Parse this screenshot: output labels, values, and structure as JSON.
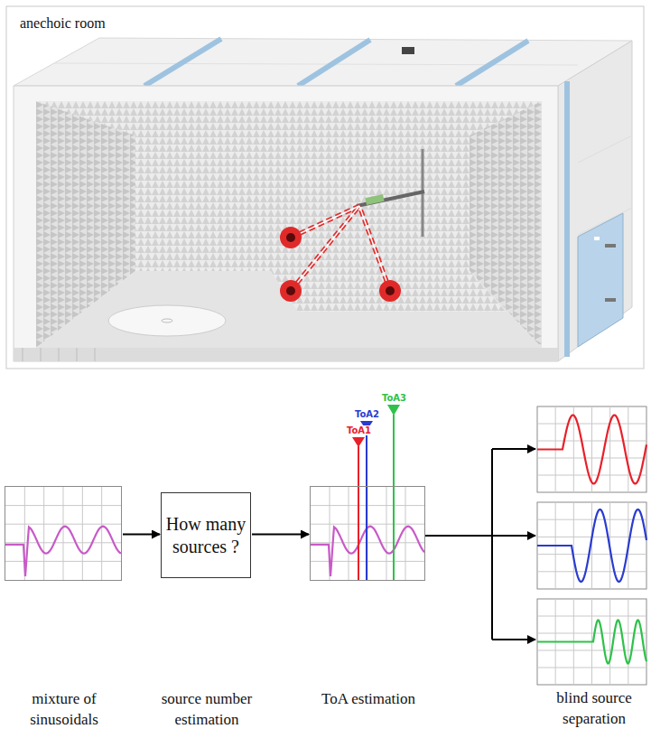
{
  "diagram": {
    "nodes": [
      {
        "text": [
          "mixture of sinusoidals"
        ]
      },
      {
        "text": [
          "How many sources ?",
          "source number estimation"
        ]
      },
      {
        "text": [
          "ToA estimation"
        ]
      }
    ],
    "edges": [
      {
        "from": 0,
        "to": 1,
        "arrow": "to"
      },
      {
        "from": 1,
        "to": 2,
        "arrow": "to"
      }
    ],
    "labels": [
      "anechoic room",
      "ToA1",
      "ToA2",
      "ToA3",
      "blind source separation"
    ]
  }
}
